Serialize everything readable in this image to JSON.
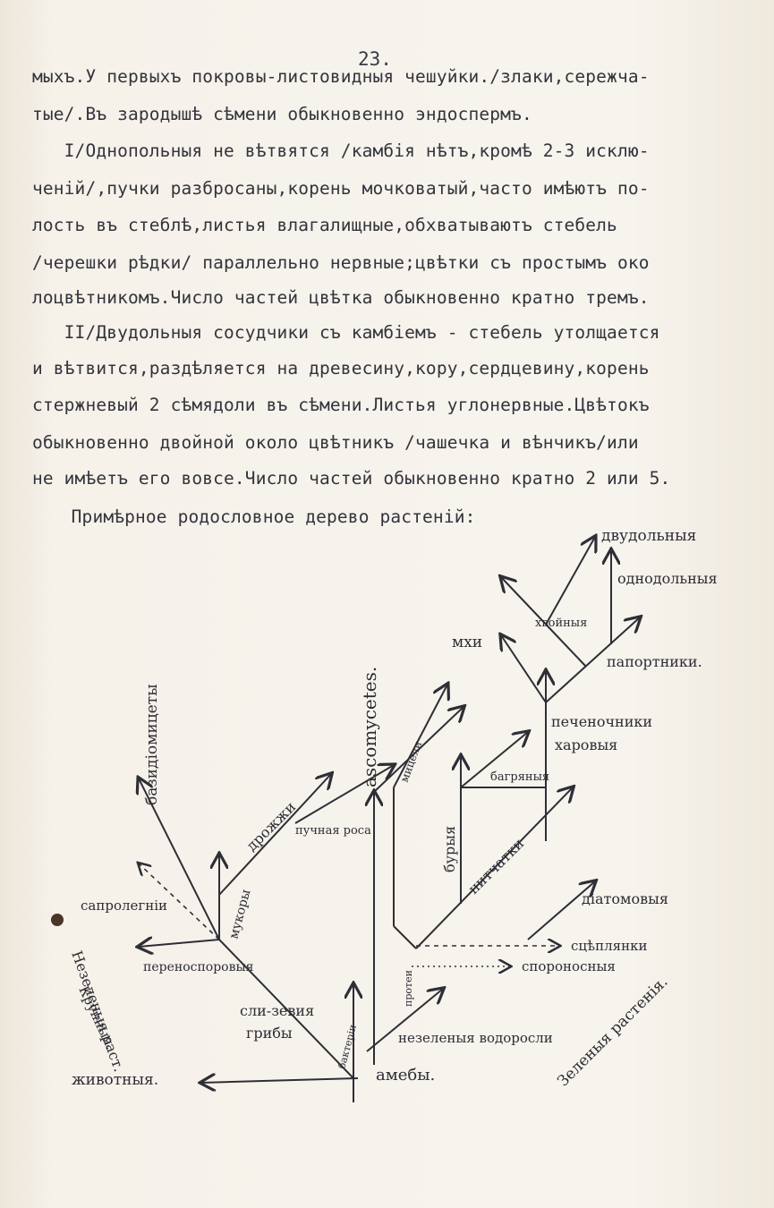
{
  "page_number": "23.",
  "text_lines": [
    "мыхъ.У первыхъ покровы-листовидныя чешуйки./злаки,сережча-",
    "тые/.Въ зародышѣ сѣмени обыкновенно эндоспермъ.",
    "   I/Однопольныя не вѣтвятся /камбія нѣтъ,кромѣ 2-3 исклю-",
    "ченій/,пучки разбросаны,корень мочковатый,часто имѣютъ по-",
    "лость въ стеблѣ,листья влагалищные,обхватываютъ стебель",
    "/черешки рѣдки/ параллельно нервные;цвѣтки съ простымъ око",
    "лоцвѣтникомъ.Число частей цвѣтка обыкновенно кратно тремъ.",
    "   II/Двудольныя сосудчики съ камбіемъ - стебель утолщается",
    "и вѣтвится,раздѣляется на древесину,кору,сердцевину,корень",
    "стержневый 2 сѣмядоли въ сѣмени.Листья углонервные.Цвѣтокъ",
    "обыкновенно двойной около цвѣтникъ /чашечка и вѣнчикъ/или",
    "не имѣетъ его вовсе.Число частей обыкновенно кратно 2 или 5.",
    "   Примѣрное родословное дерево растеній:"
  ],
  "tree_labels": {
    "dvudolnyya": "двудольныя",
    "odnodolnyya": "однодольныя",
    "khvoinyya": "хвойныя",
    "mkhi": "мхи",
    "paporotniki": "папортники.",
    "pechenochniki": "печеночники",
    "kharovyya": "харовыя",
    "bagryanyya": "багряныя",
    "buryya": "бурыя",
    "nitchatki": "нитчатки",
    "diatomovyya": "діатомовыя",
    "sopryazhennyya": "сцѣплянки",
    "sporonosnyya": "спороносныя",
    "protei": "протеи",
    "basidiomycetes": "базидіомицеты",
    "ascomycetes": "ascomycetes.",
    "drozhzhi": "дрожжи",
    "puchnaya_rosa": "пучная роса",
    "mukory": "мукоры",
    "saprolegnii": "сапролегніи",
    "peronosporovyya": "переноспоровыя",
    "nezelenyya_rast": "Незеленыя раст.",
    "krupnyya": "Крупныя.",
    "slizevyya": "сли-зевия",
    "griby": "грибы",
    "bakterii": "бактеріи",
    "nezelenyya_vodorosli": "незеленыя водоросли",
    "ameby": "амебы.",
    "zhivotnyya": "животныя.",
    "zelenyya_rasteniya": "Зеленыя растенія.",
    "misc_mychai": "мицели"
  }
}
